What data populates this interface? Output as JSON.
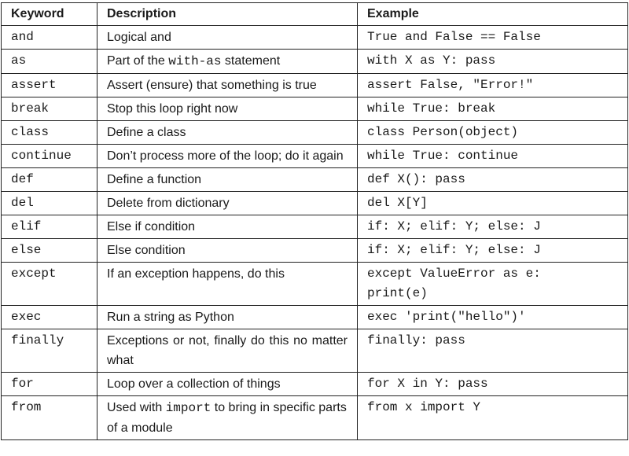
{
  "header": {
    "keyword": "Keyword",
    "description": "Description",
    "example": "Example"
  },
  "rows": [
    {
      "keyword": "and",
      "description": [
        "Logical and"
      ],
      "example": [
        "True and False == False"
      ]
    },
    {
      "keyword": "as",
      "description": [
        "Part of the ",
        "with-as",
        " statement"
      ],
      "example": [
        "with X as Y: pass"
      ]
    },
    {
      "keyword": "assert",
      "description": [
        "Assert (ensure) that something is true"
      ],
      "example": [
        "assert False, \"Error!\""
      ]
    },
    {
      "keyword": "break",
      "description": [
        "Stop this loop right now"
      ],
      "example": [
        "while True: break"
      ]
    },
    {
      "keyword": "class",
      "description": [
        "Define a class"
      ],
      "example": [
        "class Person(object)"
      ]
    },
    {
      "keyword": "continue",
      "description": [
        "Don’t process more of the loop; do it again"
      ],
      "example": [
        "while True: continue"
      ]
    },
    {
      "keyword": "def",
      "description": [
        "Define a function"
      ],
      "example": [
        "def X(): pass"
      ]
    },
    {
      "keyword": "del",
      "description": [
        "Delete from dictionary"
      ],
      "example": [
        "del X[Y]"
      ]
    },
    {
      "keyword": "elif",
      "description": [
        "Else if condition"
      ],
      "example": [
        "if: X; elif: Y; else: J"
      ]
    },
    {
      "keyword": "else",
      "description": [
        "Else condition"
      ],
      "example": [
        "if: X; elif: Y; else: J"
      ]
    },
    {
      "keyword": "except",
      "description": [
        "If an exception happens, do this"
      ],
      "example": [
        "except ValueError as e:",
        "print(e)"
      ]
    },
    {
      "keyword": "exec",
      "description": [
        "Run a string as Python"
      ],
      "example": [
        "exec 'print(\"hello\")'"
      ]
    },
    {
      "keyword": "finally",
      "description": [
        "Exceptions or not, finally do this no matter what"
      ],
      "example": [
        "finally: pass"
      ]
    },
    {
      "keyword": "for",
      "description": [
        "Loop over a collection of things"
      ],
      "example": [
        "for X in Y: pass"
      ]
    },
    {
      "keyword": "from",
      "description": [
        "Used with ",
        "import",
        " to bring in specific parts of a module"
      ],
      "example": [
        "from x import Y"
      ]
    }
  ]
}
